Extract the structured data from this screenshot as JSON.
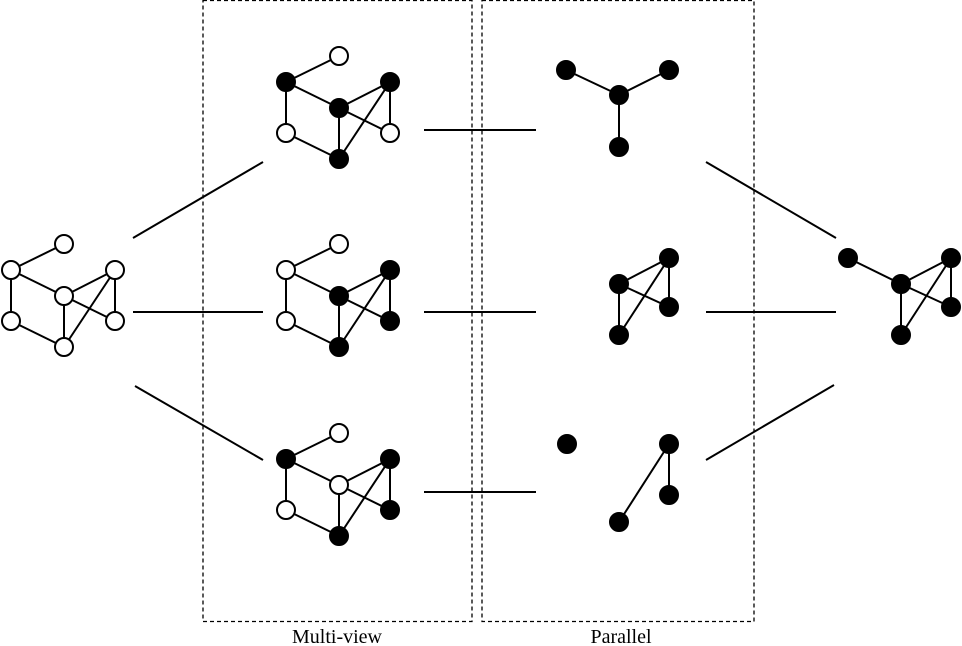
{
  "labels": {
    "multi_view": "Multi-view",
    "parallel": "Parallel"
  },
  "colors": {
    "filled": "#000000",
    "hollow": "#ffffff",
    "stroke": "#000000"
  },
  "graph": {
    "node_ids": [
      "n1",
      "n2",
      "n3",
      "n4",
      "n5",
      "n6",
      "n7",
      "n8"
    ],
    "edges": [
      [
        "n1",
        "n2"
      ],
      [
        "n2",
        "n3"
      ],
      [
        "n2",
        "n6"
      ],
      [
        "n3",
        "n4"
      ],
      [
        "n3",
        "n5"
      ],
      [
        "n3",
        "n7"
      ],
      [
        "n4",
        "n7"
      ],
      [
        "n4",
        "n8"
      ],
      [
        "n5",
        "n8"
      ],
      [
        "n6",
        "n7"
      ]
    ]
  },
  "stages": {
    "input": {
      "fill": {
        "n1": "hollow",
        "n2": "hollow",
        "n3": "hollow",
        "n4": "hollow",
        "n5": "hollow",
        "n6": "hollow",
        "n7": "hollow",
        "n8": "hollow"
      }
    },
    "multi_view": [
      {
        "fill": {
          "n1": "hollow",
          "n2": "filled",
          "n3": "filled",
          "n4": "filled",
          "n5": "hollow",
          "n6": "hollow",
          "n7": "filled",
          "n8": "hollow"
        }
      },
      {
        "fill": {
          "n1": "hollow",
          "n2": "hollow",
          "n3": "filled",
          "n4": "filled",
          "n5": "hollow",
          "n6": "hollow",
          "n7": "filled",
          "n8": "filled"
        }
      },
      {
        "fill": {
          "n1": "hollow",
          "n2": "filled",
          "n3": "hollow",
          "n4": "filled",
          "n5": "filled",
          "n6": "hollow",
          "n7": "filled",
          "n8": "filled"
        }
      }
    ],
    "parallel": [
      {
        "nodes": [
          "n2",
          "n3",
          "n4",
          "n7"
        ],
        "edges": [
          [
            "n2",
            "n3"
          ],
          [
            "n3",
            "n4"
          ],
          [
            "n3",
            "n7"
          ]
        ]
      },
      {
        "nodes": [
          "n3",
          "n4",
          "n7",
          "n8"
        ],
        "edges": [
          [
            "n3",
            "n4"
          ],
          [
            "n3",
            "n7"
          ],
          [
            "n4",
            "n7"
          ],
          [
            "n4",
            "n8"
          ]
        ]
      },
      {
        "nodes": [
          "n2",
          "n4",
          "n7",
          "n8"
        ],
        "edges": [
          [
            "n4",
            "n7"
          ],
          [
            "n4",
            "n8"
          ]
        ]
      }
    ],
    "output": {
      "nodes": [
        "n2",
        "n3",
        "n4",
        "n7",
        "n8"
      ],
      "edges": [
        [
          "n2",
          "n3"
        ],
        [
          "n3",
          "n4"
        ],
        [
          "n3",
          "n7"
        ],
        [
          "n4",
          "n7"
        ],
        [
          "n4",
          "n8"
        ]
      ]
    }
  }
}
